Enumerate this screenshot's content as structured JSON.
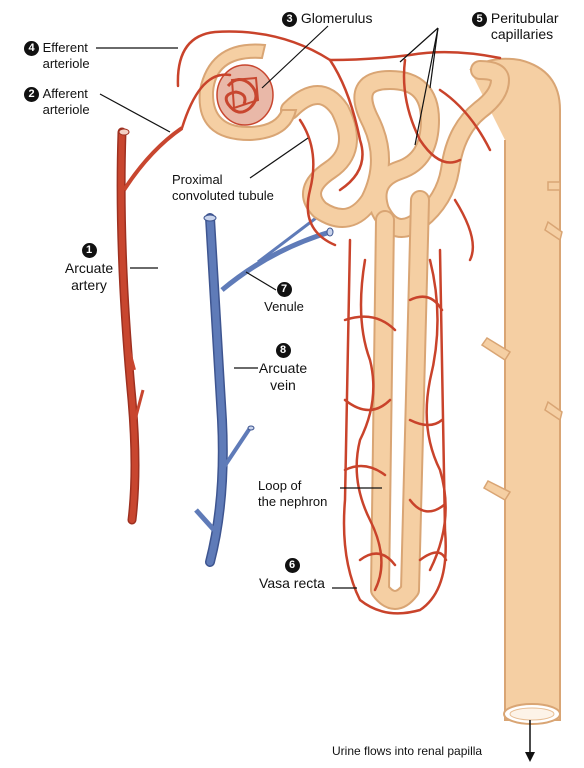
{
  "labels": {
    "efferent": {
      "num": "4",
      "text": "Efferent\narteriole"
    },
    "afferent": {
      "num": "2",
      "text": "Afferent\narteriole"
    },
    "glomerulus": {
      "num": "3",
      "text": "Glomerulus"
    },
    "peritubular": {
      "num": "5",
      "text": "Peritubular\ncapillaries"
    },
    "pct": {
      "text": "Proximal\nconvoluted tubule"
    },
    "arcuate_artery": {
      "num": "1",
      "text": "Arcuate\nartery"
    },
    "venule": {
      "num": "7",
      "text": "Venule"
    },
    "arcuate_vein": {
      "num": "8",
      "text": "Arcuate\nvein"
    },
    "loop": {
      "text": "Loop of\nthe nephron"
    },
    "vasa_recta": {
      "num": "6",
      "text": "Vasa recta"
    },
    "urine": {
      "text": "Urine flows into renal papilla"
    }
  },
  "colors": {
    "artery": "#c8462f",
    "artery_dark": "#9e3020",
    "vein": "#5f7bb8",
    "vein_dark": "#3e5590",
    "tubule": "#f5cfa3",
    "tubule_edge": "#d9a574",
    "capillary": "#c9432b",
    "glomerulus_fill": "#e9b8a8"
  }
}
